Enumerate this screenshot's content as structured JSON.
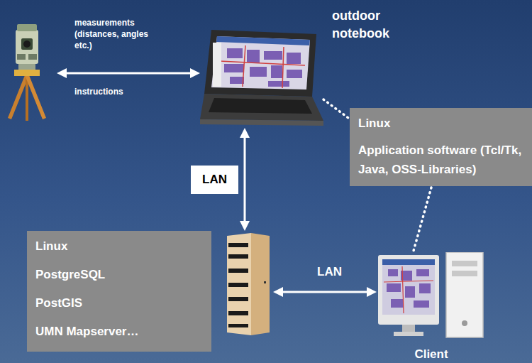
{
  "diagram": {
    "nodes": [
      {
        "text": [
          "outdoor notebook"
        ]
      },
      {
        "text": [
          "Linux",
          "Application software (Tcl/Tk, Java, OSS-Libraries)"
        ]
      },
      {
        "text": [
          "Linux",
          "PostgreSQL",
          "PostGIS",
          "UMN Mapserver…"
        ]
      },
      {
        "text": [
          "Client"
        ]
      }
    ],
    "edges": [
      {
        "from": 0,
        "to": 2,
        "arrow": "both",
        "label": "LAN"
      },
      {
        "from": 2,
        "to": 3,
        "arrow": "both",
        "label": "LAN"
      },
      {
        "from": 0,
        "to": 1,
        "arrow": "none"
      },
      {
        "from": 1,
        "to": 3,
        "arrow": "none"
      }
    ],
    "labels": [
      "measurements (distances, angles etc.)",
      "instructions"
    ]
  }
}
